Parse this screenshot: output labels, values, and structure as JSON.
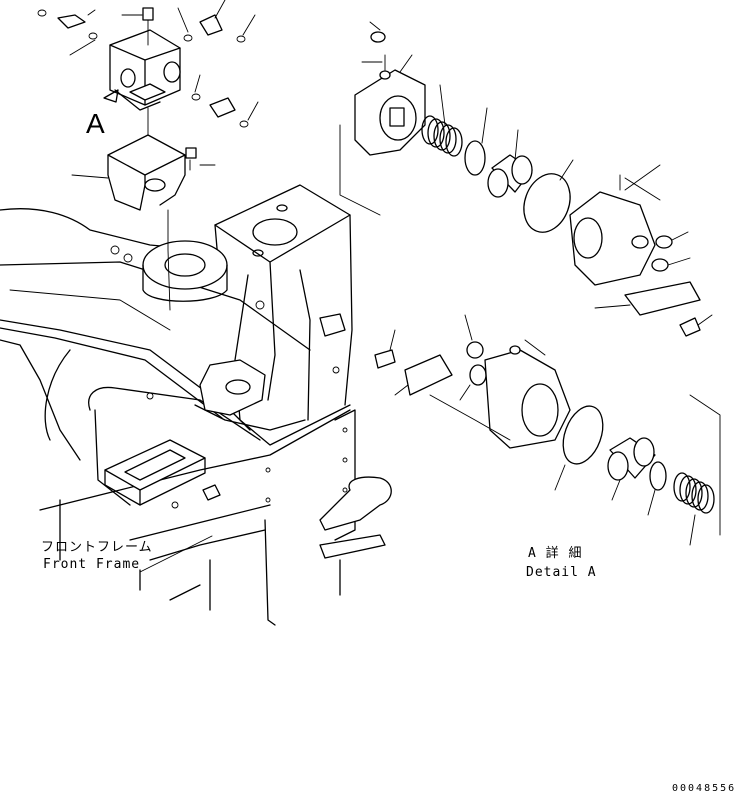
{
  "labels": {
    "view_letter": "A",
    "front_frame_jp": "フロントフレーム",
    "front_frame_en": "Front Frame",
    "detail_jp": "A 詳 細",
    "detail_en": "Detail A",
    "drawing_number": "00048556"
  }
}
